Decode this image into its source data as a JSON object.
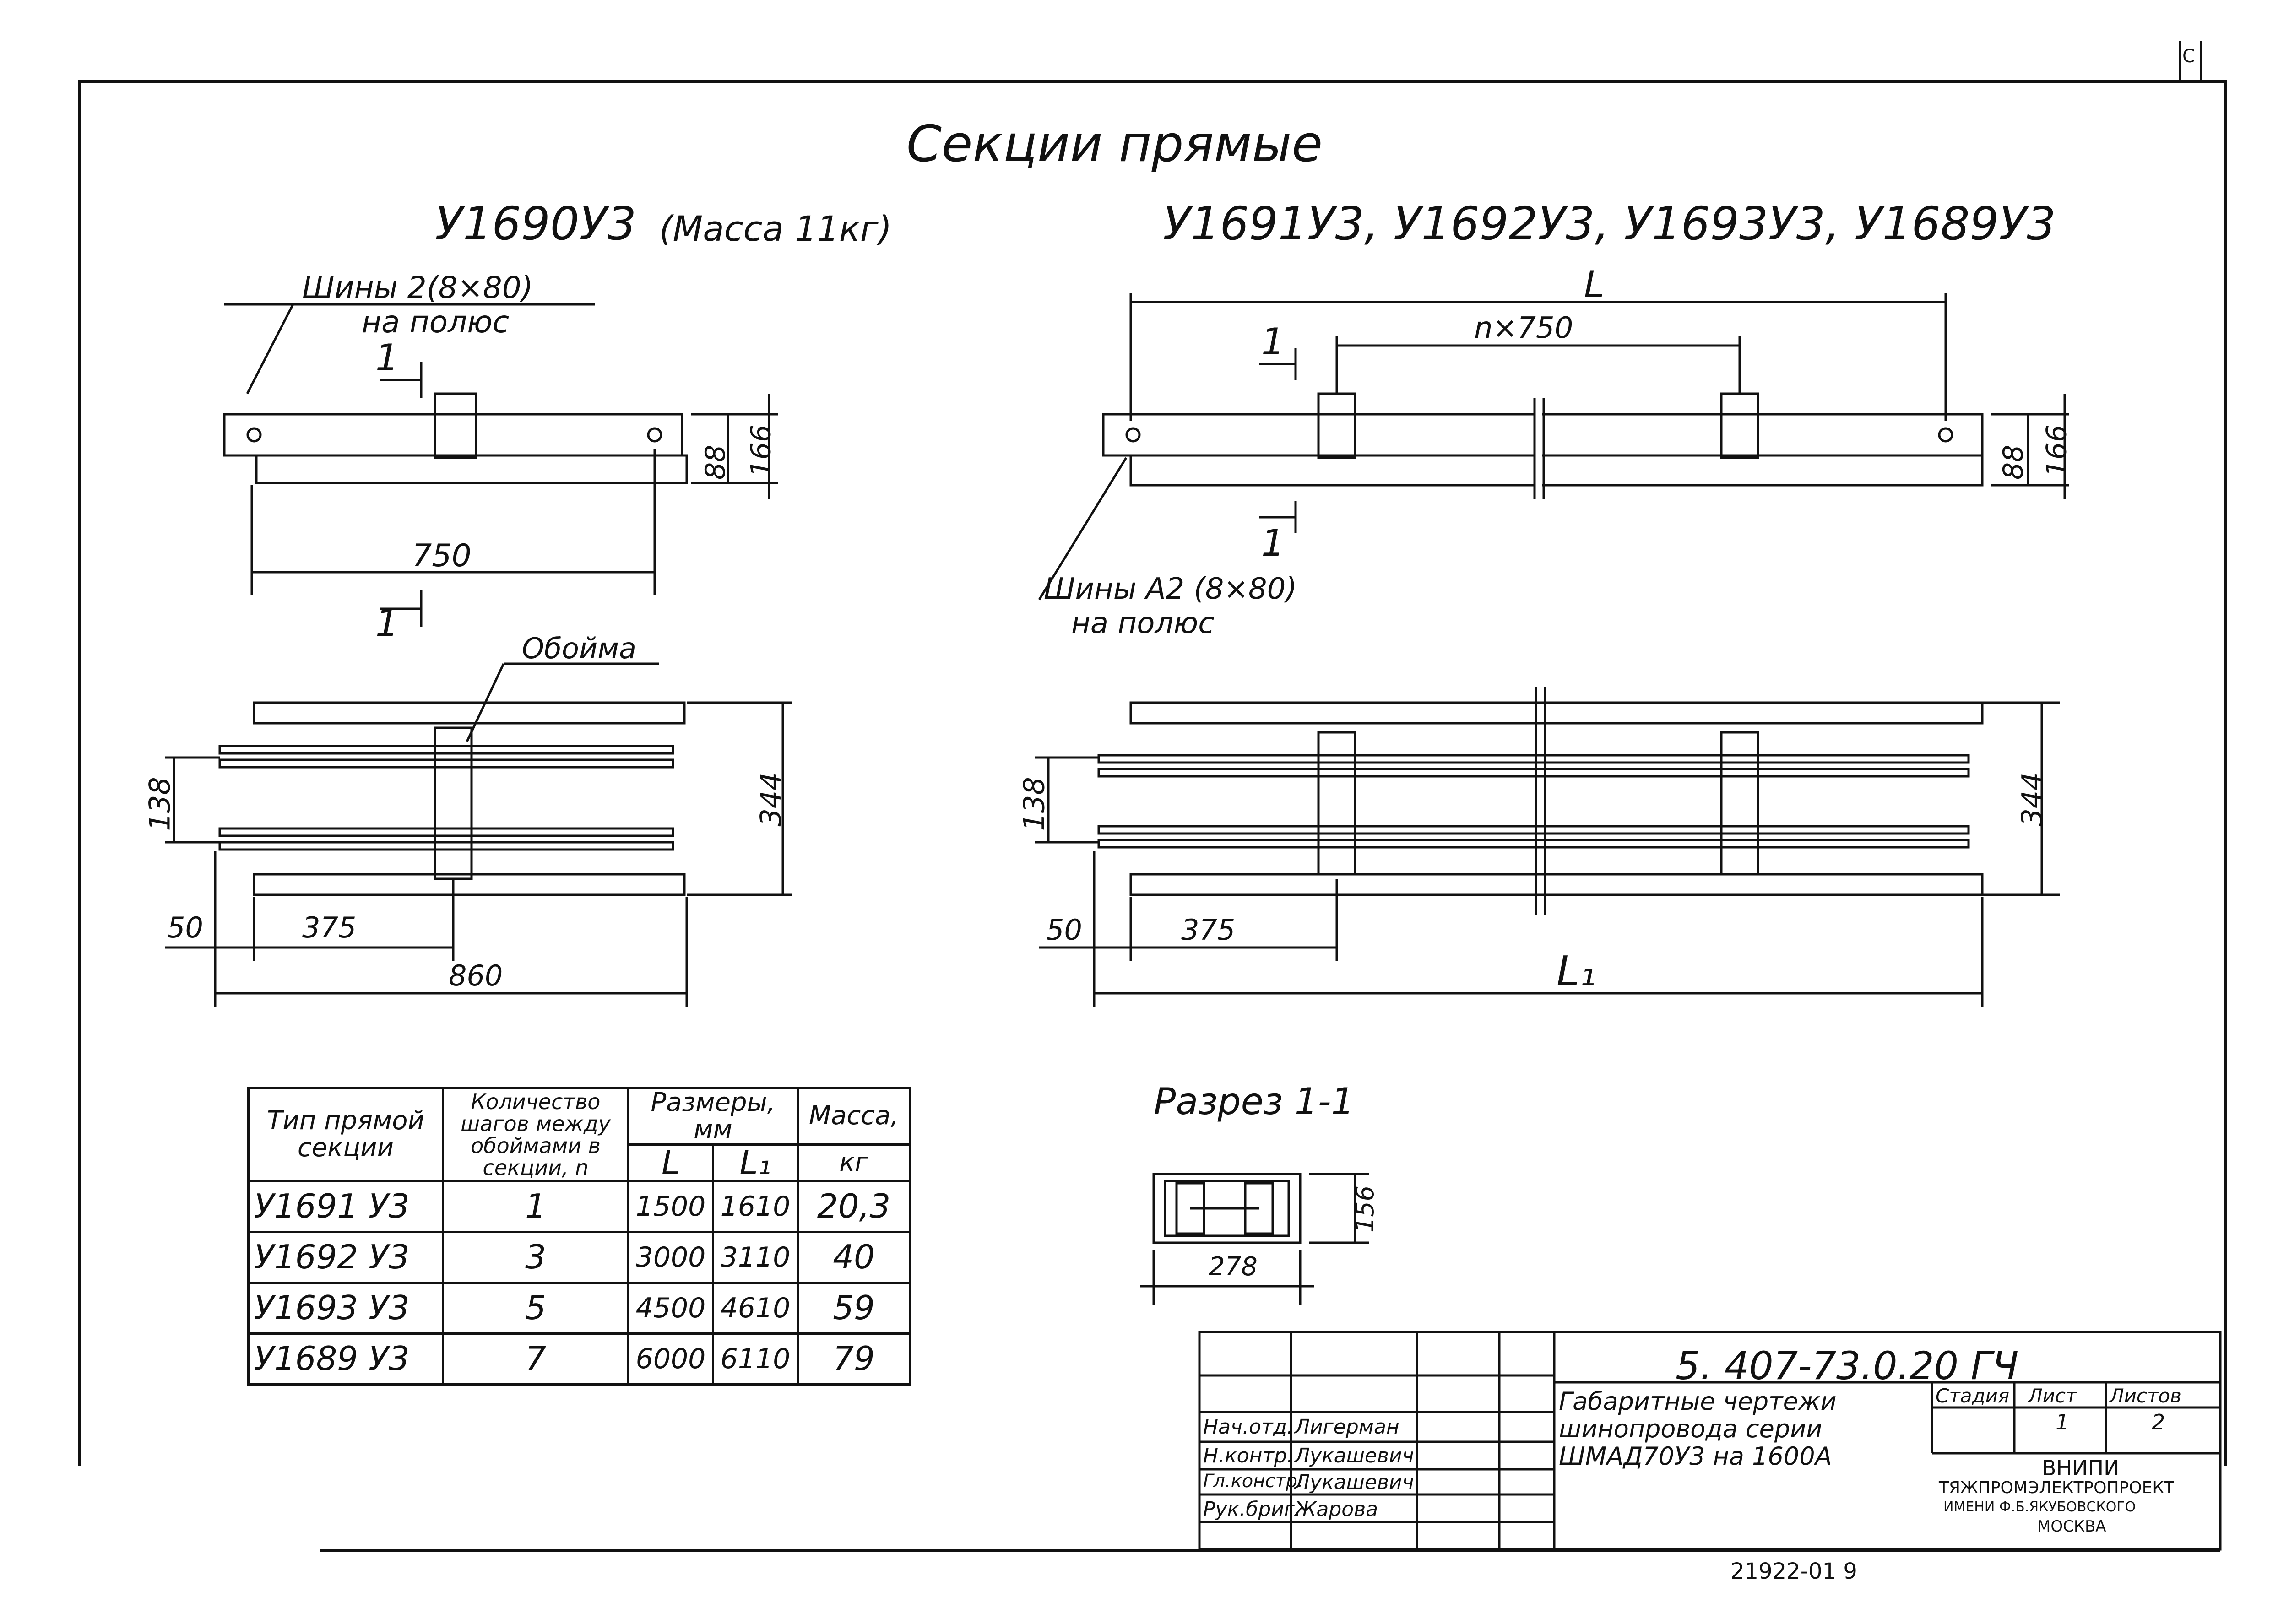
{
  "sheet_corner": "С",
  "main_title": "Секции прямые",
  "left_view": {
    "title": "У1690У3",
    "mass": "(Масса 11кг)",
    "bus_label_1": "Шины  2(8×80)",
    "bus_label_2": "на полюс",
    "section_mark": "1",
    "dim_88": "88",
    "dim_166": "166",
    "dim_750": "750",
    "clamp_label": "Обойма",
    "dim_138": "138",
    "dim_344": "344",
    "dim_50": "50",
    "dim_375": "375",
    "dim_860": "860"
  },
  "right_view": {
    "title": "У1691У3, У1692У3, У1693У3, У1689У3",
    "dim_L": "L",
    "dim_n750": "n×750",
    "section_mark": "1",
    "dim_88": "88",
    "dim_166": "166",
    "bus_label_1": "Шины А2 (8×80)",
    "bus_label_2": "на полюс",
    "dim_138": "138",
    "dim_344": "344",
    "dim_50": "50",
    "dim_375": "375",
    "dim_L1": "L₁"
  },
  "section_view": {
    "title": "Разрез 1-1",
    "dim_156": "156",
    "dim_278": "278"
  },
  "spec_table": {
    "headers": {
      "type": "Тип прямой секции",
      "steps": "Количество шагов между обоймами в секции, n",
      "sizes": "Размеры, мм",
      "L": "L",
      "L1": "L₁",
      "mass": "Масса,",
      "mass_unit": "кг"
    },
    "rows": [
      {
        "type": "У1691 У3",
        "n": "1",
        "L": "1500",
        "L1": "1610",
        "mass": "20,3"
      },
      {
        "type": "У1692 У3",
        "n": "3",
        "L": "3000",
        "L1": "3110",
        "mass": "40"
      },
      {
        "type": "У1693 У3",
        "n": "5",
        "L": "4500",
        "L1": "4610",
        "mass": "59"
      },
      {
        "type": "У1689 У3",
        "n": "7",
        "L": "6000",
        "L1": "6110",
        "mass": "79"
      }
    ]
  },
  "title_block": {
    "doc_code": "5. 407-73.0.20 ГЧ",
    "title_1": "Габаритные чертежи",
    "title_2": "шинопровода серии",
    "title_3": "ШМАД70У3 на  1600А",
    "stage_label": "Стадия",
    "sheet_label": "Лист",
    "sheets_label": "Листов",
    "sheet_value": "1",
    "sheets_value": "2",
    "org_1": "ВНИПИ",
    "org_2": "ТЯЖПРОМЭЛЕКТРОПРОЕКТ",
    "org_3": "ИМЕНИ Ф.Б.ЯКУБОВСКОГО",
    "org_4": "МОСКВА",
    "signers": [
      {
        "role": "Нач.отд.",
        "name": "Лигерман"
      },
      {
        "role": "Н.контр.",
        "name": "Лукашевич"
      },
      {
        "role": "Гл.констр.",
        "name": "Лукашевич"
      },
      {
        "role": "Рук.бриг.",
        "name": "Жарова"
      }
    ]
  },
  "inventory_no": "21922-01   9"
}
